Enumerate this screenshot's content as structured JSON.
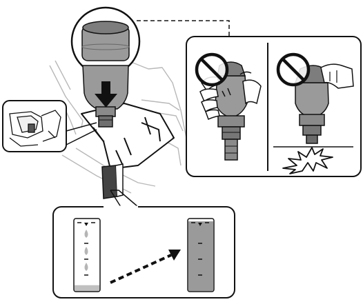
{
  "colors": {
    "line": "#111111",
    "ink_gray": "#9a9a9a",
    "ink_dark": "#7a7a7a",
    "ink_light": "#c9c9c9",
    "sketch_gray": "#b8b8b8",
    "panel_fill": "#ffffff"
  },
  "icons": {
    "prohibit": "prohibition-icon",
    "impact": "impact-burst-icon",
    "arrow": "down-arrow-icon",
    "drop": "ink-drop-icon"
  },
  "callouts": {
    "left_panel": "do-not-squeeze-bottle",
    "right_panel": "do-not-drop-bottle"
  },
  "tank_levels": {
    "before_fraction": 0.08,
    "after_fraction": 0.97
  }
}
